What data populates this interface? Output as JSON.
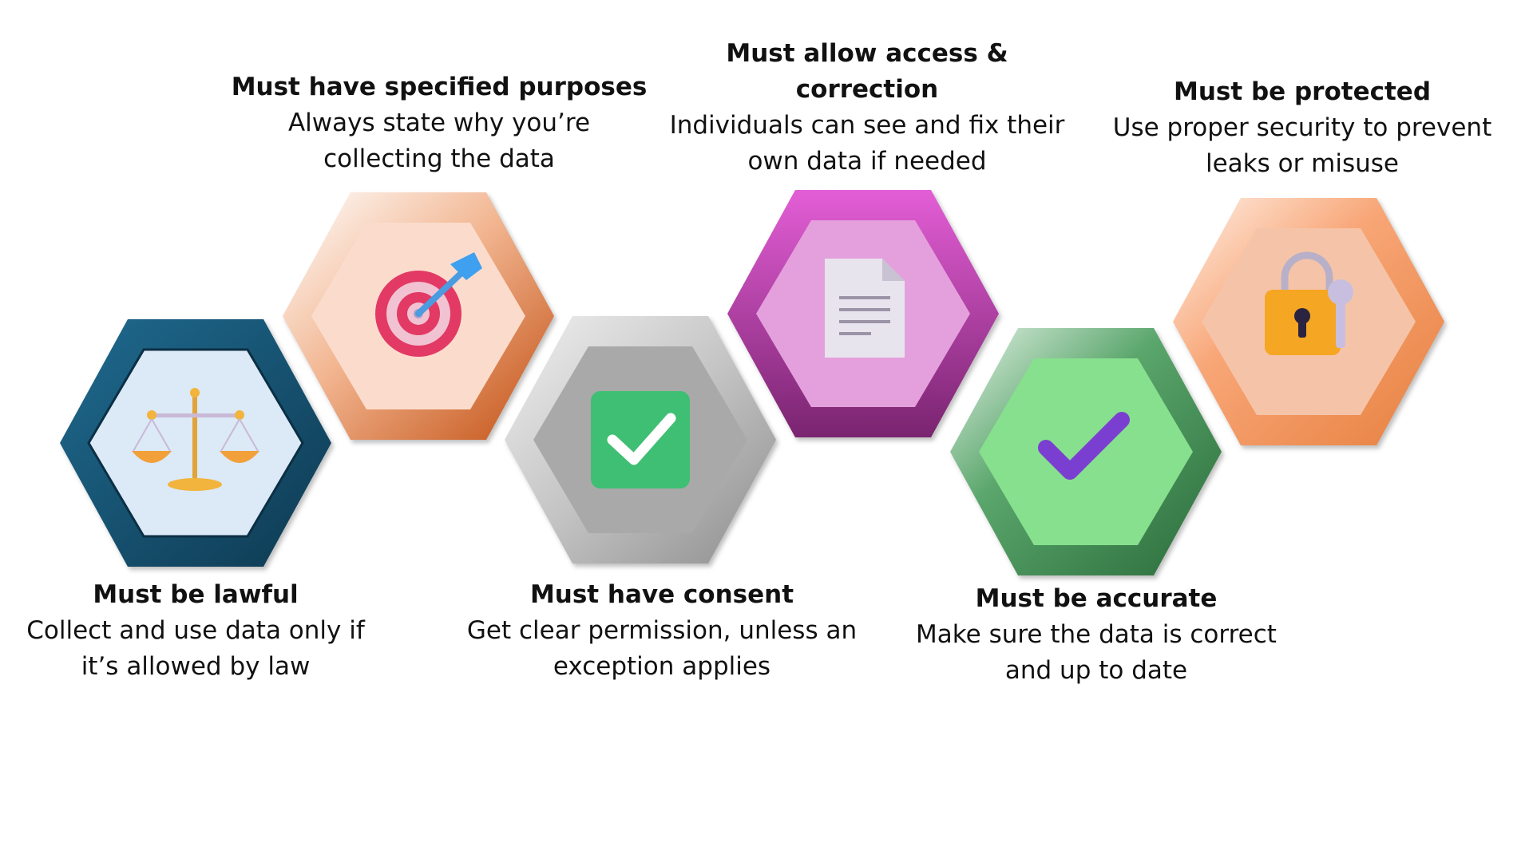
{
  "principles": [
    {
      "title": "Must be lawful",
      "desc": "Collect and use data only if it’s allowed by law",
      "icon": "scales-icon",
      "outer": "#15506e",
      "inner": "#dce9f7"
    },
    {
      "title": "Must have specified purposes",
      "desc": "Always state why you’re collecting the data",
      "icon": "target-icon",
      "outer": "#c9581c",
      "inner": "#fbdccc"
    },
    {
      "title": "Must have consent",
      "desc": "Get clear permission, unless an exception applies",
      "icon": "checkbox-icon",
      "outer": "#b9b9b9",
      "inner": "#a9a9a9"
    },
    {
      "title": "Must allow access & correction",
      "desc": "Individuals can see and fix their own data if needed",
      "icon": "document-icon",
      "outer": "#b53aa8",
      "inner": "#e4a0dc"
    },
    {
      "title": "Must be accurate",
      "desc": "Make sure the data is correct and up to date",
      "icon": "checkmark-icon",
      "outer": "#3e8a52",
      "inner": "#86e08e"
    },
    {
      "title": "Must be protected",
      "desc": "Use proper security to prevent leaks or misuse",
      "icon": "lock-key-icon",
      "outer": "#f4935f",
      "inner": "#f5c4a8"
    }
  ]
}
